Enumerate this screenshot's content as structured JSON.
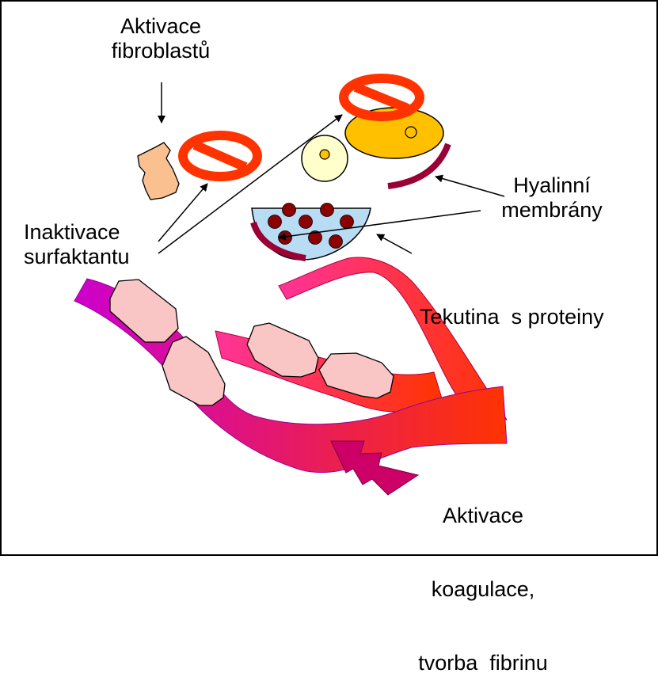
{
  "labels": {
    "fibroblast_activation": [
      "Aktivace",
      "fibroblastů"
    ],
    "surfactant_inactivation": [
      "Inaktivace",
      "surfaktantu"
    ],
    "hyaline_membranes": [
      "Hyalinní",
      "membrány"
    ],
    "protein_fluid": [
      "Tekutina  s proteiny"
    ],
    "coagulation_activation": [
      "Aktivace",
      "koagulace,",
      "tvorba  fibrinu"
    ]
  },
  "colors": {
    "inhibit_sign": "#ff3300",
    "fibroblast": "#fac090",
    "cell_yellow": "#ffc000",
    "cell_pale": "#ffffcc",
    "membrane": "#990033",
    "fluid": "#b9dcf5",
    "protein_dot": "#8b0000",
    "vessel_start": "#cc00cc",
    "vessel_end": "#ff3300",
    "vessel_pink": "#ff3399",
    "endothelial": "#f9c5c5",
    "lightning": "#cc0066"
  },
  "icons": [
    "inhibit-sign-icon",
    "lightning-icon"
  ]
}
